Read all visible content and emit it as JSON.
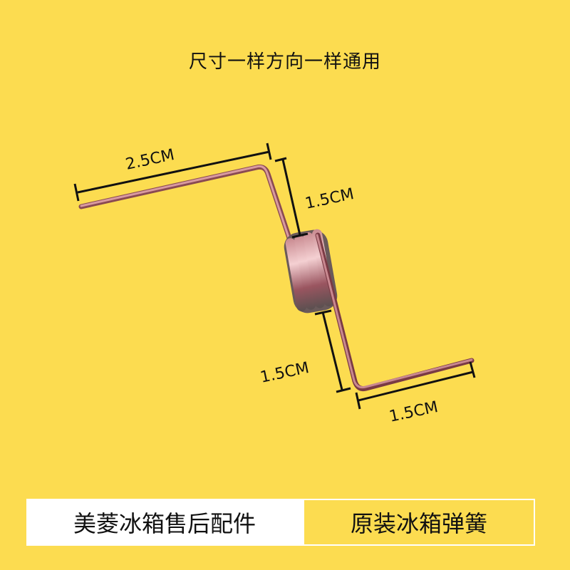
{
  "headline": "尺寸一样方向一样通用",
  "dimensions": {
    "top_arm": "2.5CM",
    "upper_leg": "1.5CM",
    "lower_leg": "1.5CM",
    "bottom_arm": "1.5CM"
  },
  "banner": {
    "left_text": "美菱冰箱售后配件",
    "right_text": "原装冰箱弹簧"
  },
  "colors": {
    "background": "#FCDC50",
    "wire": "#B8707A",
    "dimension_line": "#111111"
  }
}
